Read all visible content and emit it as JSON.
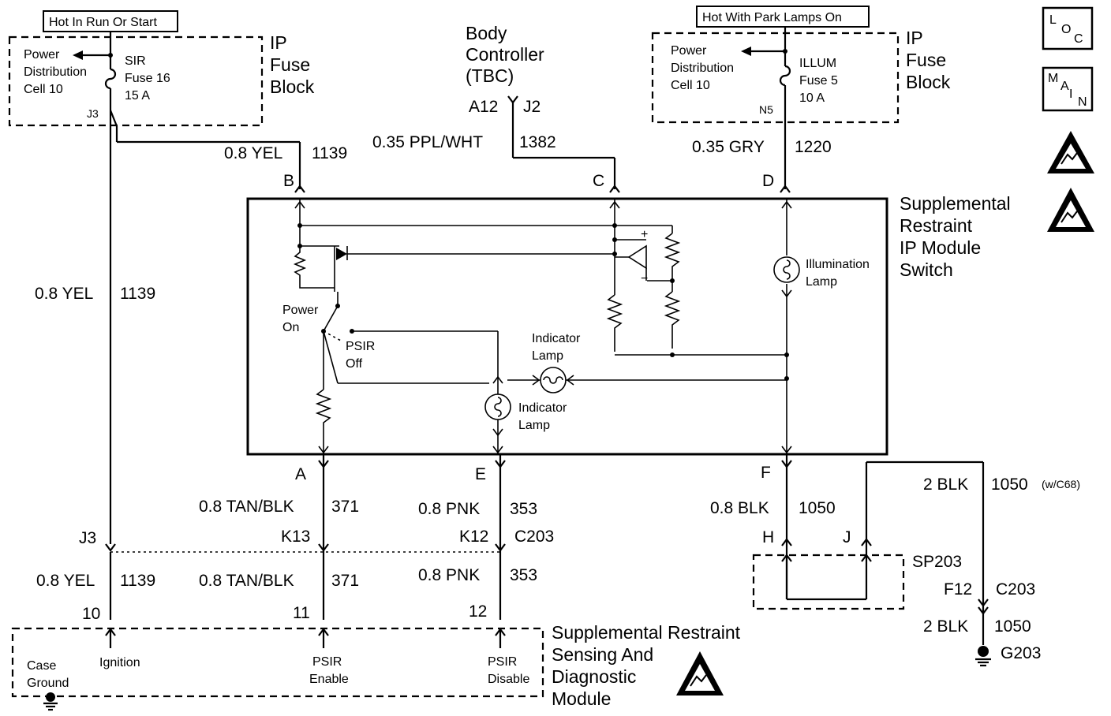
{
  "tags": {
    "hot_run_start": "Hot In Run Or Start",
    "hot_park": "Hot With Park Lamps On"
  },
  "fuse_left": {
    "power_dist": [
      "Power",
      "Distribution",
      "Cell 10"
    ],
    "fuse": [
      "SIR",
      "Fuse 16",
      "15 A"
    ],
    "conn": "J3",
    "block": [
      "IP",
      "Fuse",
      "Block"
    ]
  },
  "body_controller": {
    "title": [
      "Body",
      "Controller",
      "(TBC)"
    ],
    "pins": [
      "A12",
      "J2"
    ]
  },
  "fuse_right": {
    "power_dist": [
      "Power",
      "Distribution",
      "Cell 10"
    ],
    "fuse": [
      "ILLUM",
      "Fuse 5",
      "10 A"
    ],
    "conn": "N5",
    "block": [
      "IP",
      "Fuse",
      "Block"
    ]
  },
  "side_icons": {
    "loc": "LOC",
    "main": "MAIN"
  },
  "wires": {
    "w1139_top": [
      "0.8 YEL",
      "1139"
    ],
    "w1382": [
      "0.35 PPL/WHT",
      "1382"
    ],
    "w1220": [
      "0.35 GRY",
      "1220"
    ],
    "w1139_mid": [
      "0.8 YEL",
      "1139"
    ],
    "w371_top": [
      "0.8 TAN/BLK",
      "371"
    ],
    "w353_top": [
      "0.8 PNK",
      "353"
    ],
    "w1050_f": [
      "0.8 BLK",
      "1050"
    ],
    "w1050_top": [
      "2 BLK",
      "1050",
      "(w/C68)"
    ],
    "w1139_bot": [
      "0.8 YEL",
      "1139"
    ],
    "w371_bot": [
      "0.8 TAN/BLK",
      "371"
    ],
    "w353_bot": [
      "0.8 PNK",
      "353"
    ],
    "w1050_bot": [
      "2 BLK",
      "1050"
    ]
  },
  "pins": {
    "B": "B",
    "C": "C",
    "D": "D",
    "A": "A",
    "E": "E",
    "F": "F",
    "H": "H",
    "J": "J"
  },
  "connectors": {
    "j3": "J3",
    "k13": "K13",
    "k12": "K12",
    "c203a": "C203",
    "f12": "F12",
    "c203b": "C203",
    "sp203": "SP203",
    "g203": "G203"
  },
  "switch_module": {
    "title": [
      "Supplemental",
      "Restraint",
      "IP Module",
      "Switch"
    ],
    "power_on": [
      "Power",
      "On"
    ],
    "psir_off": [
      "PSIR",
      "Off"
    ],
    "indicator_lamp_top": [
      "Indicator",
      "Lamp"
    ],
    "indicator_lamp_bot": [
      "Indicator",
      "Lamp"
    ],
    "illumination_lamp": [
      "Illumination",
      "Lamp"
    ],
    "plus": "+",
    "minus": "−"
  },
  "module_pins": [
    "10",
    "11",
    "12"
  ],
  "sdm": {
    "title": [
      "Supplemental Restraint",
      "Sensing And",
      "Diagnostic",
      "Module"
    ],
    "case_ground": [
      "Case",
      "Ground"
    ],
    "ignition": "Ignition",
    "psir_enable": [
      "PSIR",
      "Enable"
    ],
    "psir_disable": [
      "PSIR",
      "Disable"
    ]
  }
}
